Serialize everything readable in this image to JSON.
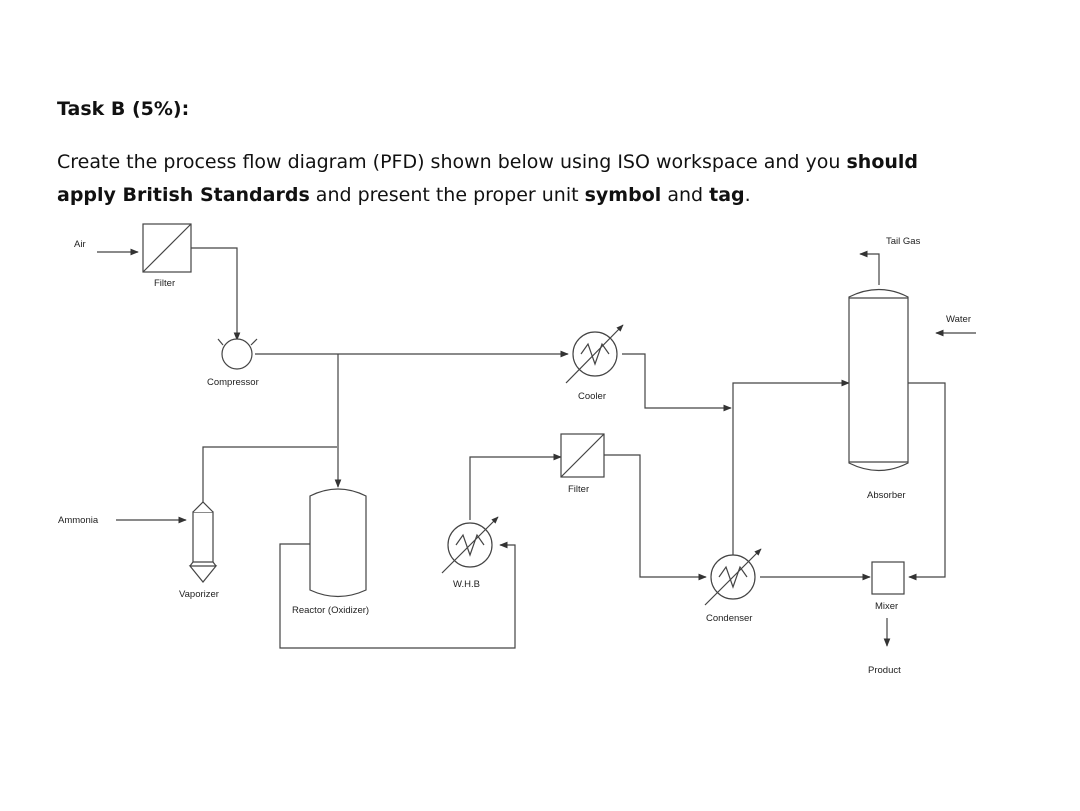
{
  "task": {
    "title": "Task B (5%):",
    "line1_pre": "Create the process flow diagram (PFD) shown below using ISO workspace and you ",
    "line1_bold": "should",
    "line2_bold1": "apply British Standards",
    "line2_mid1": " and present the proper unit ",
    "line2_bold2": "symbol",
    "line2_mid2": " and ",
    "line2_bold3": "tag",
    "line2_end": "."
  },
  "diagram": {
    "streams": {
      "air": "Air",
      "ammonia": "Ammonia",
      "tail_gas": "Tail Gas",
      "water": "Water",
      "product": "Product"
    },
    "units": {
      "filter_1": "Filter",
      "compressor": "Compressor",
      "cooler": "Cooler",
      "filter_2": "Filter",
      "vaporizer": "Vaporizer",
      "reactor": "Reactor (Oxidizer)",
      "whb": "W.H.B",
      "condenser": "Condenser",
      "absorber": "Absorber",
      "mixer": "Mixer"
    }
  }
}
